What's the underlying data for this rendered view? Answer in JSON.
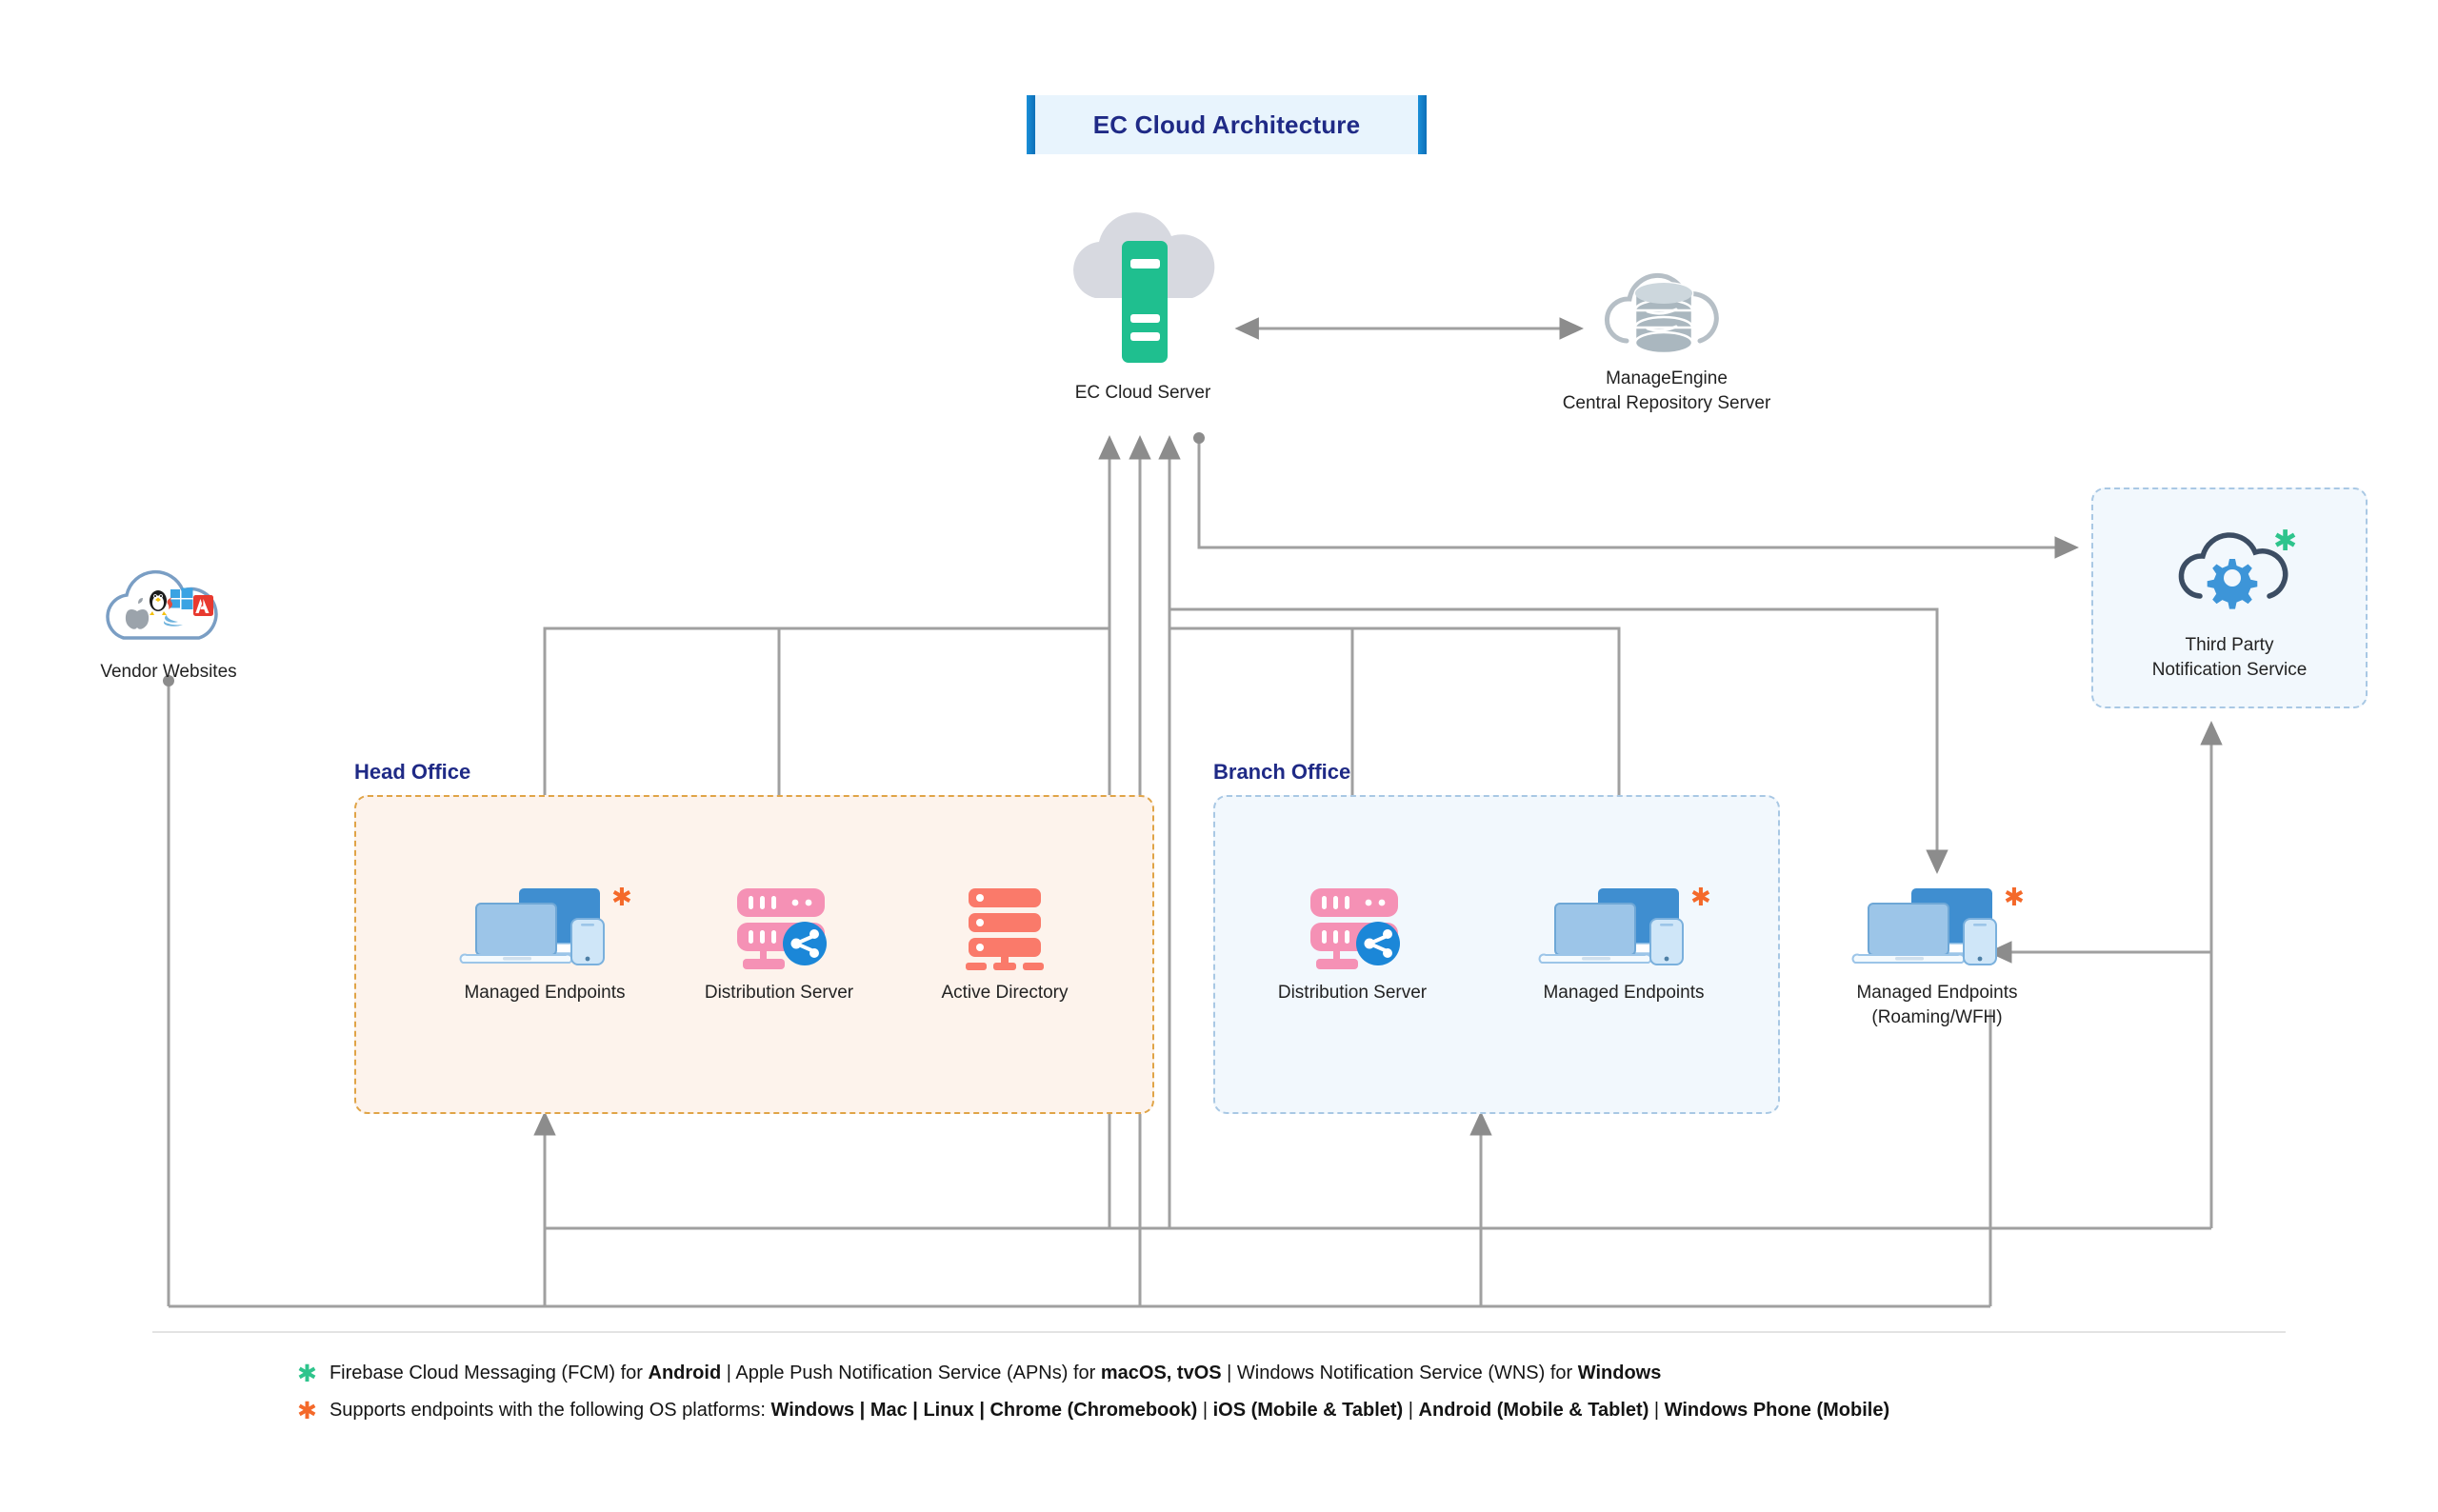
{
  "title": {
    "text": "EC Cloud Architecture"
  },
  "nodes": {
    "ec_cloud_server": {
      "label": "EC Cloud Server",
      "icon": "cloud-server-icon"
    },
    "central_repository": {
      "label_line1": "ManageEngine",
      "label_line2": "Central Repository Server",
      "icon": "cloud-database-icon"
    },
    "vendor_websites": {
      "label": "Vendor Websites",
      "icon": "vendor-cloud-icon"
    },
    "third_party_notification": {
      "label_line1": "Third Party",
      "label_line2": "Notification Service",
      "icon": "cloud-gear-icon"
    },
    "head_managed_endpoints": {
      "label": "Managed Endpoints",
      "icon": "devices-icon"
    },
    "head_distribution_server": {
      "label": "Distribution Server",
      "icon": "distribution-server-icon"
    },
    "active_directory": {
      "label": "Active Directory",
      "icon": "server-rack-icon"
    },
    "branch_distribution_server": {
      "label": "Distribution Server",
      "icon": "distribution-server-icon"
    },
    "branch_managed_endpoints": {
      "label": "Managed Endpoints",
      "icon": "devices-icon"
    },
    "roaming_endpoints": {
      "label_line1": "Managed Endpoints",
      "label_line2": "(Roaming/WFH)",
      "icon": "devices-icon"
    }
  },
  "zones": {
    "head_office": {
      "label": "Head Office"
    },
    "branch_office": {
      "label": "Branch Office"
    }
  },
  "legend": [
    {
      "marker": "green-asterisk",
      "parts": [
        {
          "t": "Firebase Cloud Messaging (FCM) for ",
          "b": false
        },
        {
          "t": "Android",
          "b": true
        },
        {
          "t": " | Apple Push Notification Service (APNs) for ",
          "b": false
        },
        {
          "t": "macOS, tvOS",
          "b": true
        },
        {
          "t": " | Windows Notification Service (WNS) for ",
          "b": false
        },
        {
          "t": "Windows",
          "b": true
        }
      ]
    },
    {
      "marker": "orange-asterisk",
      "parts": [
        {
          "t": "Supports endpoints with the following OS platforms: ",
          "b": false
        },
        {
          "t": "Windows | Mac | Linux | Chrome (Chromebook)",
          "b": true
        },
        {
          "t": " | ",
          "b": false
        },
        {
          "t": "iOS (Mobile & Tablet)",
          "b": true
        },
        {
          "t": " | ",
          "b": false
        },
        {
          "t": "Android (Mobile & Tablet)",
          "b": true
        },
        {
          "t": " | ",
          "b": false
        },
        {
          "t": "Windows Phone (Mobile)",
          "b": true
        }
      ]
    }
  ],
  "colors": {
    "title_text": "#1f2a86",
    "title_bg": "#e8f4fd",
    "title_bar": "#0d6fb8",
    "server_green": "#1fbf8f",
    "cloud_gray": "#d7d9e0",
    "head_zone_border": "#e0a447",
    "head_zone_bg": "#fdf3ec",
    "branch_zone_border": "#a9c8e4",
    "branch_zone_bg": "#f2f8fd",
    "distribution_pink": "#f591b5",
    "share_blue": "#1b87d8",
    "active_directory_red": "#fa7a6a",
    "monitor_blue": "#3f8ed0",
    "laptop_blue": "#9cc5e8",
    "phone_blue": "#cfe6f8",
    "asterisk_orange": "#f4692a",
    "asterisk_green": "#2ec48c",
    "wire_gray": "#a0a0a0"
  }
}
